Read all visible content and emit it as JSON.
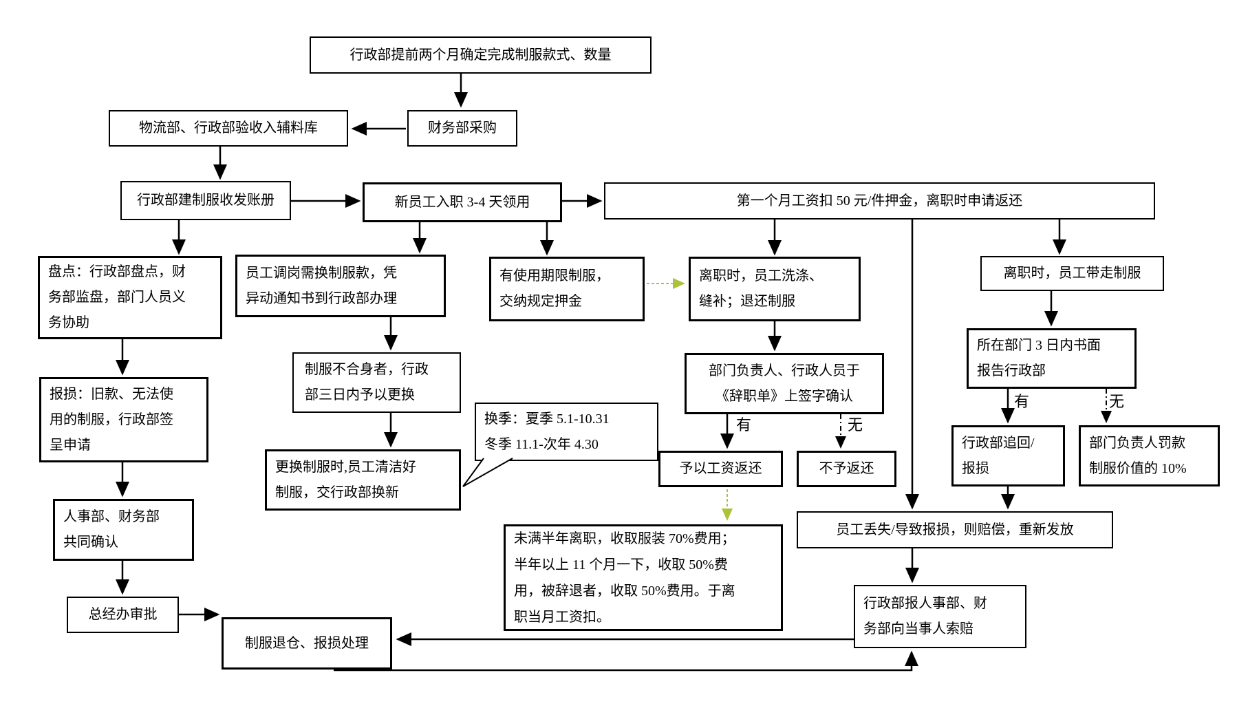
{
  "diagram": {
    "type": "flowchart",
    "language": "zh-CN",
    "colors": {
      "line": "#000000",
      "box_border": "#000000",
      "box_fill": "#ffffff",
      "highlight_arrow": "#abc437",
      "background": "#ffffff"
    },
    "nodes": [
      {
        "id": "admin-determine-style",
        "label": "行政部提前两个月确定完成制服款式、数量"
      },
      {
        "id": "finance-procurement",
        "label": "财务部采购"
      },
      {
        "id": "logistics-acceptance",
        "label": "物流部、行政部验收入辅料库"
      },
      {
        "id": "admin-ledger",
        "label": "行政部建制服收发账册"
      },
      {
        "id": "new-employee-claim",
        "label": "新员工入职 3-4 天领用"
      },
      {
        "id": "salary-deposit",
        "label": "第一个月工资扣 50 元/件押金，离职时申请返还"
      },
      {
        "id": "stocktake",
        "label": "盘点：行政部盘点，财\n务部监盘，部门人员义\n务协助"
      },
      {
        "id": "transfer-exchange",
        "label": "员工调岗需换制服款，凭\n异动通知书到行政部办理"
      },
      {
        "id": "term-uniform-deposit",
        "label": "有使用期限制服，\n交纳规定押金"
      },
      {
        "id": "resign-wash-return",
        "label": "离职时，员工洗涤、\n缝补；退还制服"
      },
      {
        "id": "resign-take-away",
        "label": "离职时，员工带走制服"
      },
      {
        "id": "damage-report",
        "label": "报损：旧款、无法使\n用的制服，行政部签\n呈申请"
      },
      {
        "id": "unfit-exchange",
        "label": "制服不合身者，行政\n部三日内予以更换"
      },
      {
        "id": "resignation-sign",
        "label": "部门负责人、行政人员于\n《辞职单》上签字确认"
      },
      {
        "id": "dept-report-3days",
        "label": "所在部门 3 日内书面\n报告行政部"
      },
      {
        "id": "season-note",
        "label": "换季：夏季 5.1-10.31\n冬季 11.1-次年 4.30"
      },
      {
        "id": "exchange-clean",
        "label": "更换制服时,员工清洁好\n制服，交行政部换新"
      },
      {
        "id": "refund-salary",
        "label": "予以工资返还"
      },
      {
        "id": "no-refund",
        "label": "不予返还"
      },
      {
        "id": "admin-recover",
        "label": "行政部追回/\n报损"
      },
      {
        "id": "head-fine-10pct",
        "label": "部门负责人罚款\n制服价值的 10%"
      },
      {
        "id": "hr-finance-confirm",
        "label": "人事部、财务部\n共同确认"
      },
      {
        "id": "fee-schedule",
        "label": "未满半年离职，收取服装 70%费用；\n半年以上 11 个月一下，收取 50%费\n用，被辞退者，收取 50%费用。于离\n职当月工资扣。"
      },
      {
        "id": "lost-compensate",
        "label": "员工丢失/导致报损，则赔偿，重新发放"
      },
      {
        "id": "gm-approval",
        "label": "总经办审批"
      },
      {
        "id": "admin-claim",
        "label": "行政部报人事部、财\n务部向当事人索赔"
      },
      {
        "id": "uniform-return-handle",
        "label": "制服退仓、报损处理"
      }
    ],
    "edge_labels": {
      "resign_has": "有",
      "resign_none": "无",
      "report_has": "有",
      "report_none": "无"
    }
  }
}
